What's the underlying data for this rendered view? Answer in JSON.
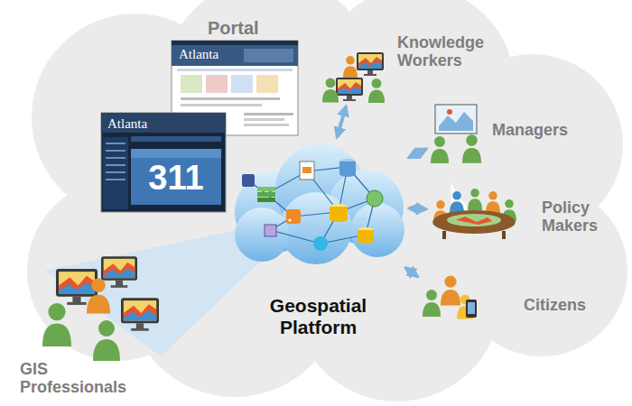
{
  "diagram": {
    "nodes": [
      {
        "text": [
          "Portal",
          "Atlanta"
        ]
      },
      {
        "text": [
          "Atlanta",
          "311"
        ]
      },
      {
        "text": [
          "Knowledge Workers"
        ]
      },
      {
        "text": [
          "Managers"
        ]
      },
      {
        "text": [
          "Geospatial Platform"
        ]
      },
      {
        "text": [
          "Policy Makers"
        ]
      },
      {
        "text": [
          "Citizens"
        ]
      },
      {
        "text": [
          "GIS Professionals"
        ]
      }
    ],
    "edges": [
      {
        "from": 4,
        "to": 2,
        "arrow": "both"
      },
      {
        "from": 4,
        "to": 3,
        "arrow": "both"
      },
      {
        "from": 4,
        "to": 5,
        "arrow": "both"
      },
      {
        "from": 4,
        "to": 6,
        "arrow": "both"
      }
    ]
  }
}
